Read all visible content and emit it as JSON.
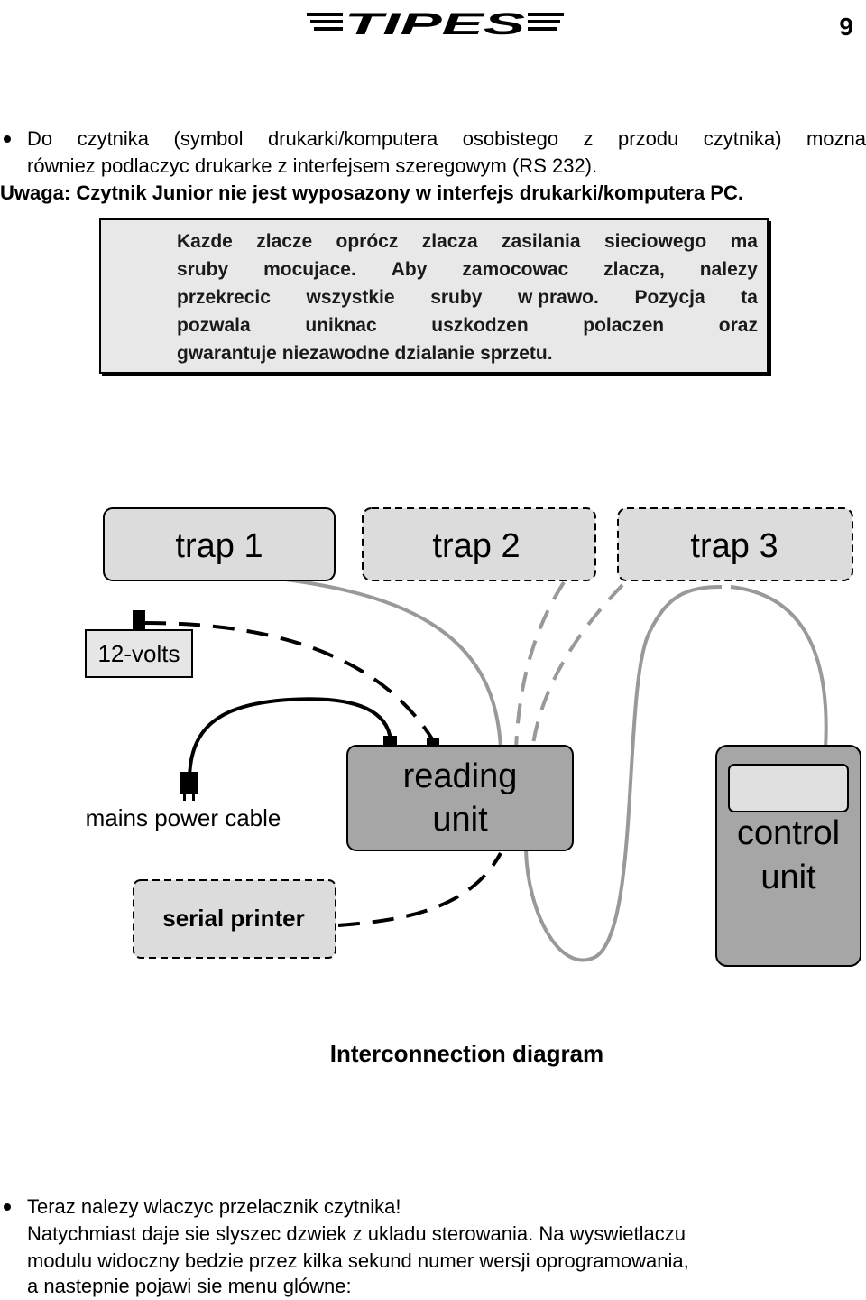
{
  "header": {
    "logo_text": "TIPES",
    "page_number": "9"
  },
  "intro": {
    "line1": "Do czytnika (symbol drukarki/komputera osobistego z przodu czytnika) mozna",
    "line2": "równiez podlaczyc drukarke z interfejsem szeregowym (RS 232).",
    "line3": "Uwaga: Czytnik Junior nie jest wyposazony w interfejs drukarki/komputera PC."
  },
  "note": {
    "lines": [
      [
        "Kazde",
        "zlacze",
        "oprócz",
        "zlacza",
        "zasilania",
        "sieciowego",
        "ma"
      ],
      [
        "sruby",
        "mocujace.",
        "Aby",
        "zamocowac",
        "zlacza,",
        "nalezy"
      ],
      [
        "przekrecic",
        "wszystkie",
        "sruby",
        "w prawo.",
        "Pozycja",
        "ta"
      ],
      [
        "pozwala",
        "uniknac",
        "uszkodzen",
        "polaczen",
        "oraz"
      ],
      [
        "gwarantuje niezawodne dzialanie sprzetu."
      ]
    ]
  },
  "diagram": {
    "trap1": "trap 1",
    "trap2": "trap 2",
    "trap3": "trap 3",
    "volts": "12-volts",
    "mains": "mains power cable",
    "printer": "serial printer",
    "reading_line1": "reading",
    "reading_line2": "unit",
    "control_line1": "control",
    "control_line2": "unit",
    "caption": "Interconnection diagram"
  },
  "footer": {
    "line1": "Teraz nalezy wlaczyc przelacznik czytnika!",
    "line2": "Natychmiast daje sie slyszec dzwiek z ukladu sterowania. Na wyswietlaczu",
    "line3": "modulu widoczny bedzie przez kilka sekund numer wersji oprogramowania,",
    "line4": "a nastepnie pojawi sie menu glówne:"
  }
}
